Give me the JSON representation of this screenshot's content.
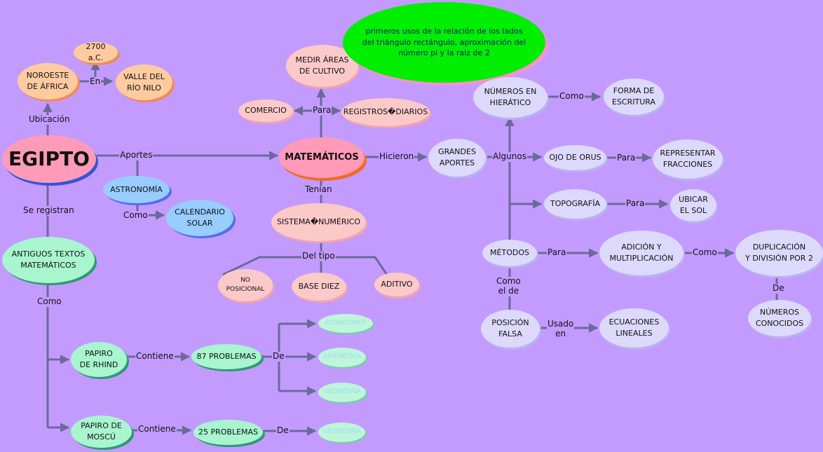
{
  "nodes": {
    "egipto": "EGIPTO",
    "noroeste": "NOROESTE\nDE ÁFRICA",
    "year": "2700 a.C.",
    "valle": "VALLE DEL\nRÍO NILO",
    "astronomia": "ASTRONOMÍA",
    "calendario": "CALENDARIO\nSOLAR",
    "antiguos": "ANTIGUOS TEXTOS\nMATEMÁTICOS",
    "rhind": "PAPIRO\nDE RHIND",
    "moscu": "PAPIRO DE\nMOSCÚ",
    "p87": "87 PROBLEMAS",
    "p25": "25 PROBLEMAS",
    "ecuaciones": "ECUACIONES",
    "aritmetica": "ARITMÉTICA",
    "geometria1": "GEOMETRÍA",
    "geometria2": "GEOMETRÍA",
    "matematicos": "MATEMÁTICOS",
    "medir": "MEDIR ÁREAS\nDE CULTIVO",
    "comercio": "COMERCIO",
    "registros": "REGISTROS�DIARIOS",
    "green": "primeros usos de la relación de los lados del triángulo rectángulo, aproximación del número pi y la raiz de 2",
    "sistema": "SISTEMA�NUMÉRICO",
    "noposicional": "NO\nPOSICIONAL",
    "basediez": "BASE DIEZ",
    "aditivo": "ADITIVO",
    "grandes": "GRANDES\nAPORTES",
    "numeros": "NÚMEROS EN\nHIERÁTICO",
    "forma": "FORMA DE\nESCRITURA",
    "ojo": "OJO DE ORUS",
    "representar": "REPRESENTAR\nFRACCIONES",
    "topografia": "TOPOGRAFÍA",
    "ubicar": "UBICAR\nEL SOL",
    "metodos": "MÉTODOS",
    "adicion": "ADICIÓN Y\nMULTIPLICACIÓN",
    "duplicacion": "DUPLICACIÓN\nY DIVISIÓN POR 2",
    "conocidos": "NÚMEROS\nCONOCIDOS",
    "posicion": "POSICIÓN\nFALSA",
    "lineales": "ECUACIONES\nLINEALES"
  },
  "labels": {
    "ubicacion": "Ubicación",
    "en": "En",
    "aportes": "Aportes",
    "se_registran": "Se registran",
    "como1": "Como",
    "como2": "Como",
    "contiene1": "Contiene",
    "contiene2": "Contiene",
    "de1": "De",
    "de2": "De",
    "para1": "Para",
    "tenian": "Tenían",
    "del_tipo": "Del tipo",
    "hicieron": "Hicieron",
    "algunos": "Algunos",
    "como3": "Como",
    "para2": "Para",
    "para3": "Para",
    "para4": "Para",
    "como4": "Como",
    "de3": "De",
    "como_el_de": "Como\nel de",
    "usado_en": "Usado\nen"
  },
  "colors": {
    "background": "#c39bff",
    "connector": "#6a6a9a",
    "green_box": "#00ee00"
  }
}
